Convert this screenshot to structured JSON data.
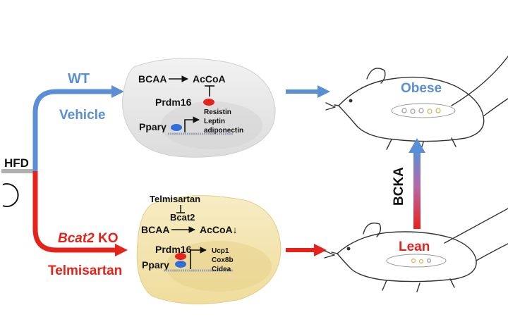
{
  "input": {
    "label": "HFD"
  },
  "top_path": {
    "group_label": "WT",
    "treatment_label": "Vehicle",
    "pathway": {
      "substrate": "BCAA",
      "product": "AcCoA",
      "factor": "Prdm16",
      "receptor": "Pparγ",
      "genes": [
        "Resistin",
        "Leptin",
        "adiponectin"
      ]
    },
    "outcome_label": "Obese"
  },
  "bottom_path": {
    "group_gene": "Bcat2",
    "group_suffix": " KO",
    "treatment_label": "Telmisartan",
    "pathway": {
      "drug": "Telmisartan",
      "enzyme": "Bcat2",
      "substrate": "BCAA",
      "product": "AcCoA↓",
      "factor": "Prdm16",
      "receptor": "Pparγ",
      "genes": [
        "Ucp1",
        "Cox8b",
        "Cidea"
      ]
    },
    "outcome_label": "Lean"
  },
  "link_label": "BCKA",
  "colors": {
    "blue": "#5a8fd6",
    "red": "#e5231b",
    "gray": "#b0b0b0",
    "cell_top": "#e9e9e9",
    "cell_bottom": "#f4e7b5",
    "text": "#111111"
  }
}
